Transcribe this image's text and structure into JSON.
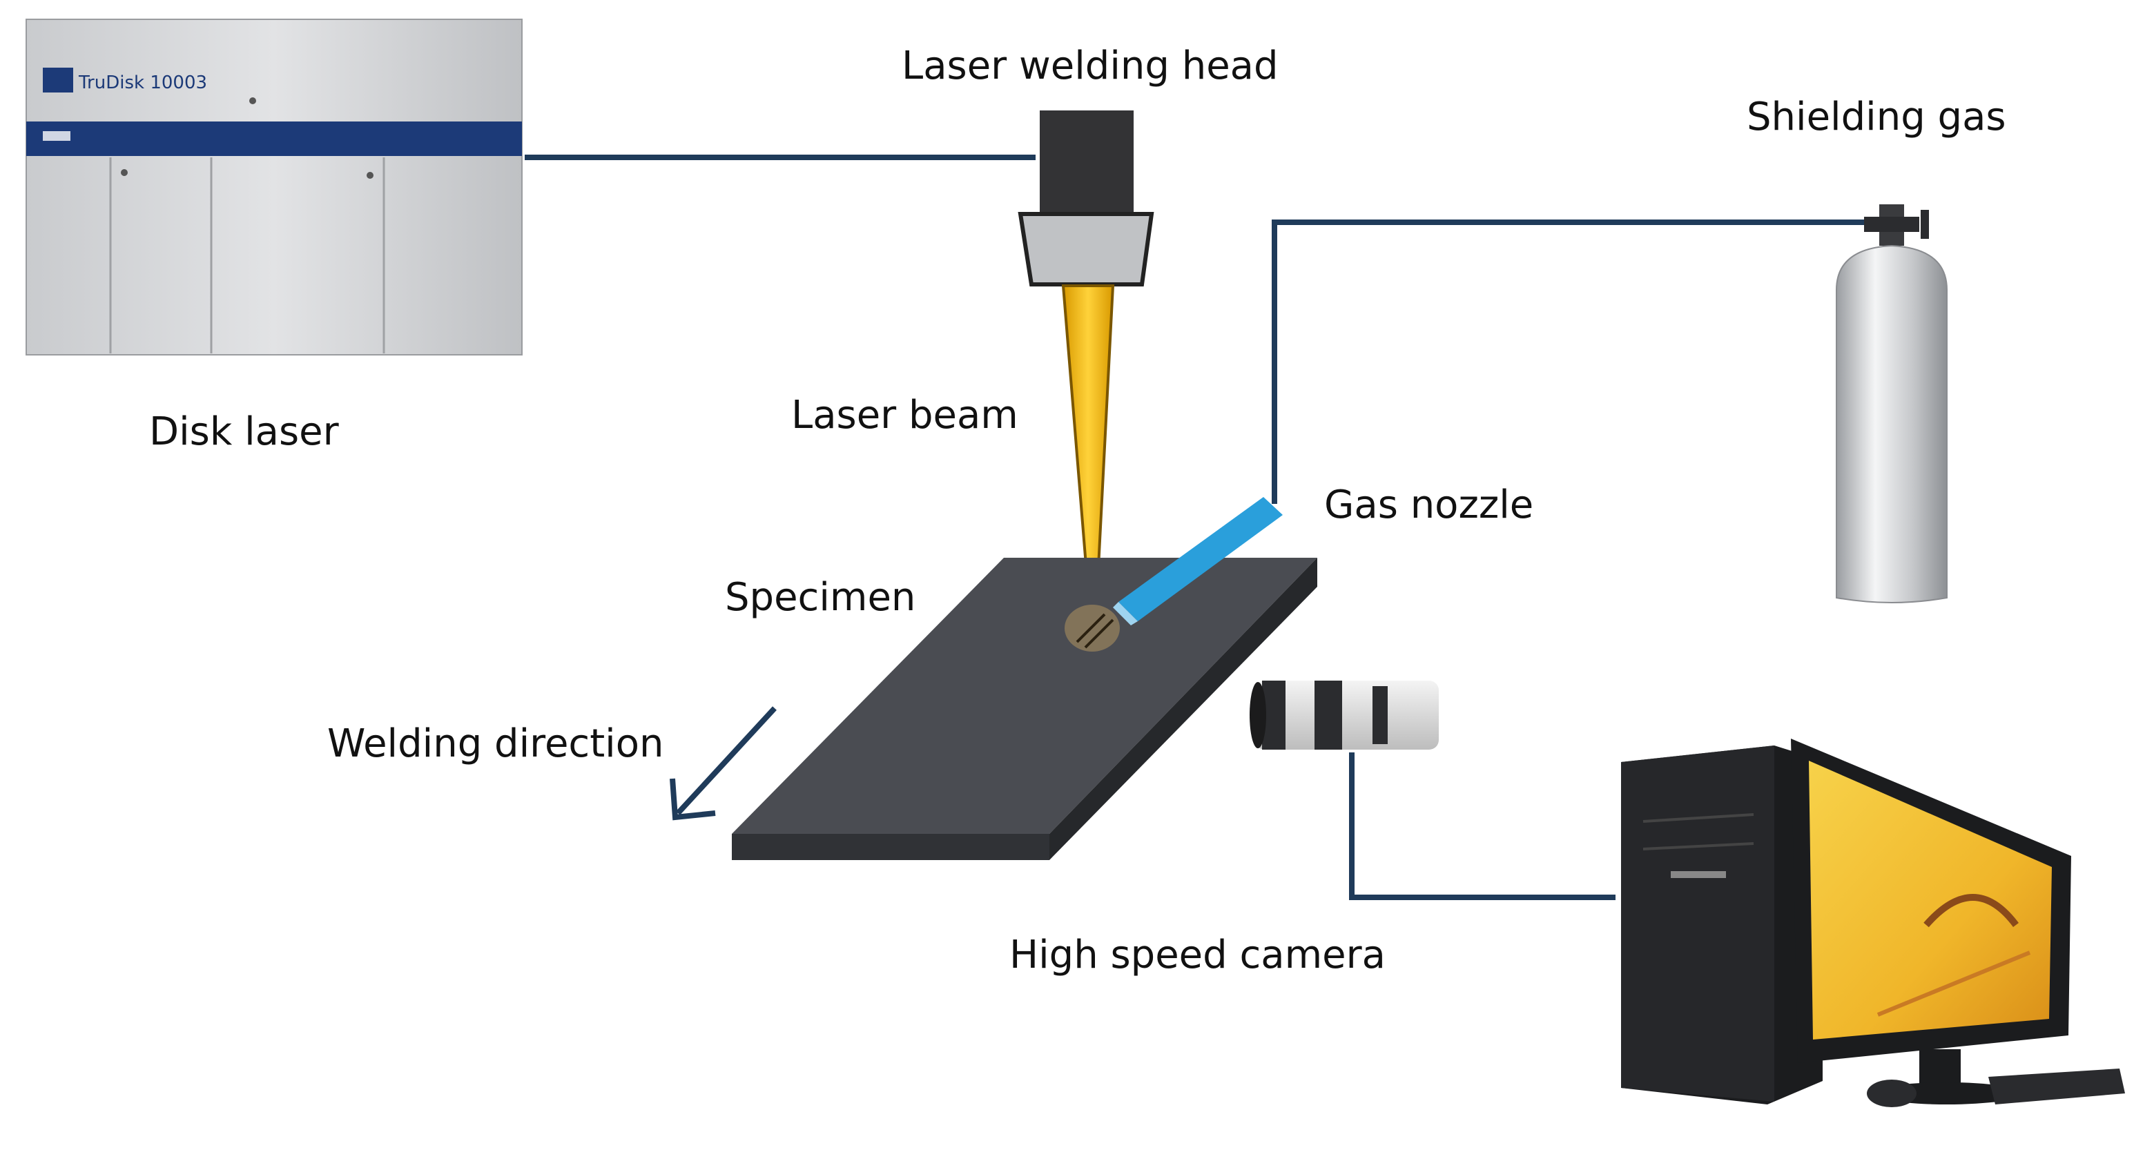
{
  "labels": {
    "laser_welding_head": "Laser welding head",
    "shielding_gas": "Shielding gas",
    "disk_laser": "Disk laser",
    "laser_beam": "Laser beam",
    "gas_nozzle": "Gas nozzle",
    "specimen": "Specimen",
    "welding_direction": "Welding direction",
    "high_speed_camera": "High speed camera"
  },
  "device": {
    "brand": "TruDisk 10003"
  },
  "colors": {
    "connector_line": "#1f3b5a",
    "laser_beam": "#f2b400",
    "gas_nozzle": "#2a9fdb",
    "specimen_top": "#4a4c52",
    "laser_band": "#1c3a78"
  }
}
